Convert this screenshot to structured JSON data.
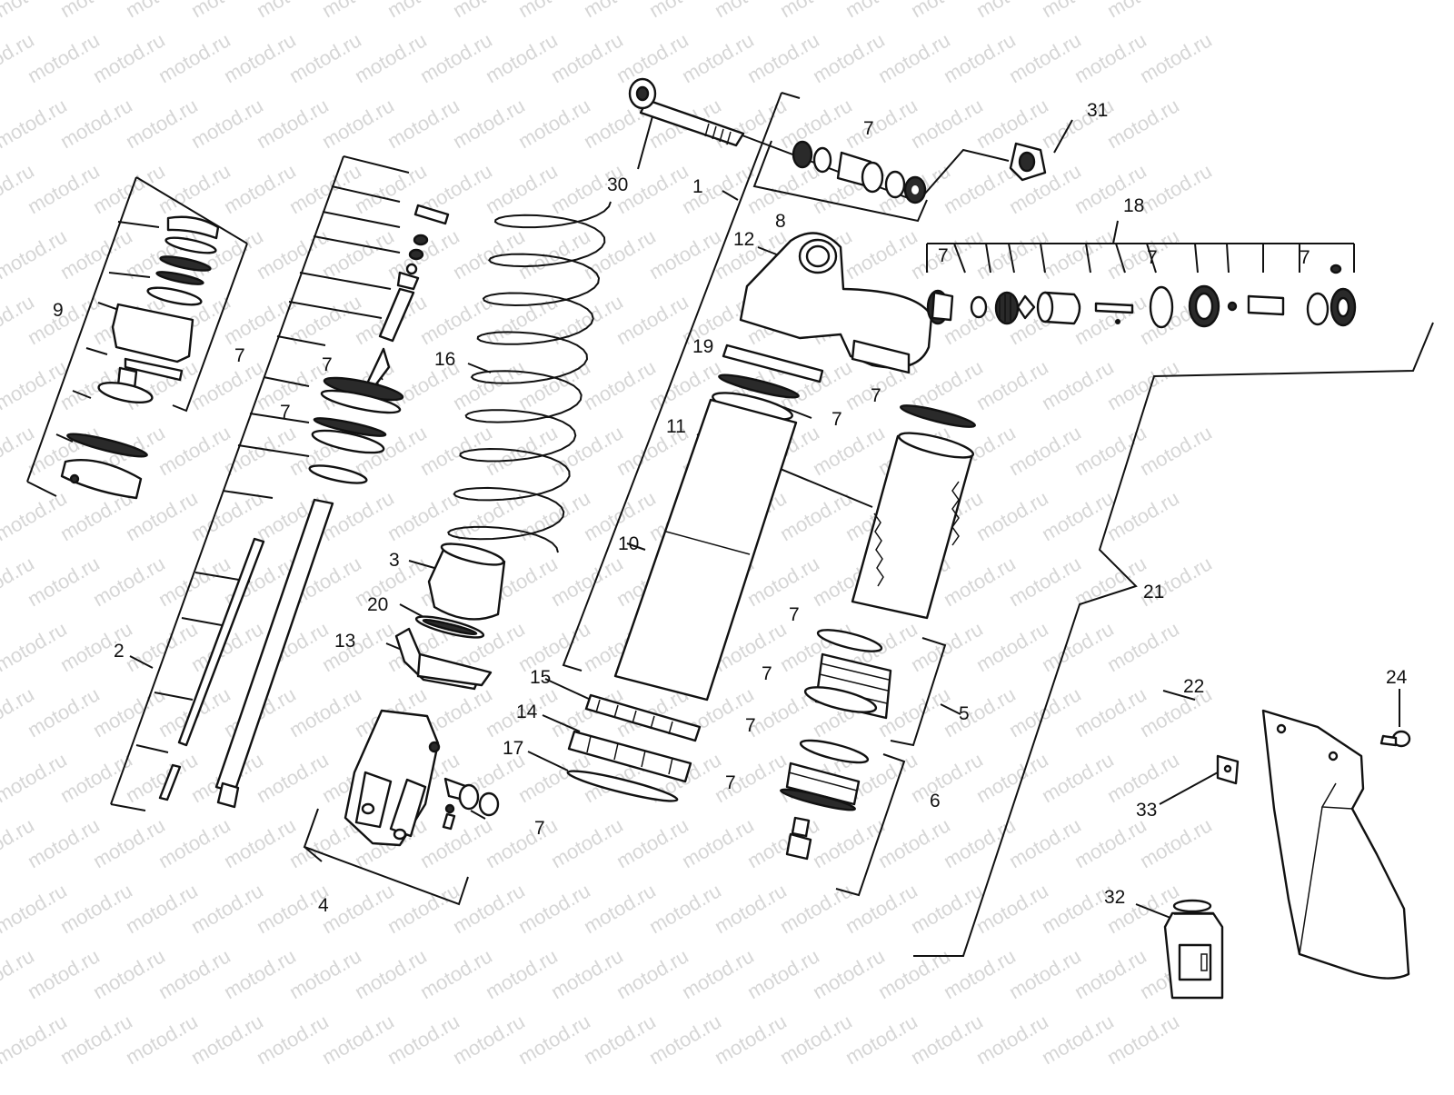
{
  "watermark": "motod.ru",
  "callouts": {
    "c1": "1",
    "c2": "2",
    "c3": "3",
    "c4": "4",
    "c5": "5",
    "c6": "6",
    "c7": "7",
    "c8": "8",
    "c9": "9",
    "c10": "10",
    "c11": "11",
    "c12": "12",
    "c13": "13",
    "c14": "14",
    "c15": "15",
    "c16": "16",
    "c17": "17",
    "c18": "18",
    "c19": "19",
    "c20": "20",
    "c21": "21",
    "c22": "22",
    "c24": "24",
    "c30": "30",
    "c31": "31",
    "c32": "32",
    "c33": "33"
  }
}
